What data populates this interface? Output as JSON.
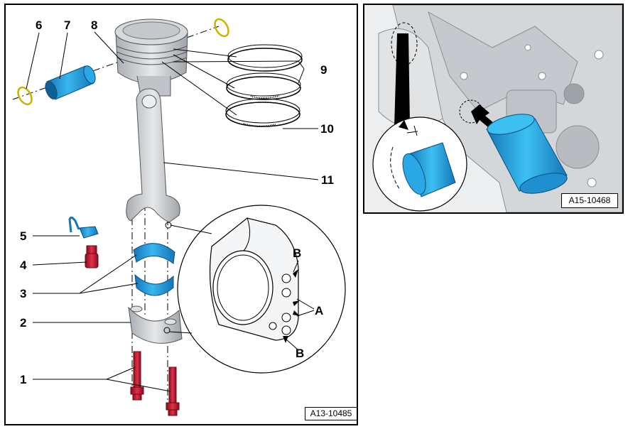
{
  "left_panel": {
    "labels": {
      "l1": "1",
      "l2": "2",
      "l3": "3",
      "l4": "4",
      "l5": "5",
      "l6": "6",
      "l7": "7",
      "l8": "8",
      "l9": "9",
      "l10": "10",
      "l11": "11",
      "a": "A",
      "b_top": "B",
      "b_bottom": "B"
    },
    "ref_code": "A13-10485"
  },
  "right_panel": {
    "ref_code": "A15-10468"
  },
  "colors": {
    "blue": "#2aa8e6",
    "blue_dark": "#1476b8",
    "red": "#c8102e",
    "ring_yellow": "#c8b400",
    "metal": "#c9cdd1"
  }
}
